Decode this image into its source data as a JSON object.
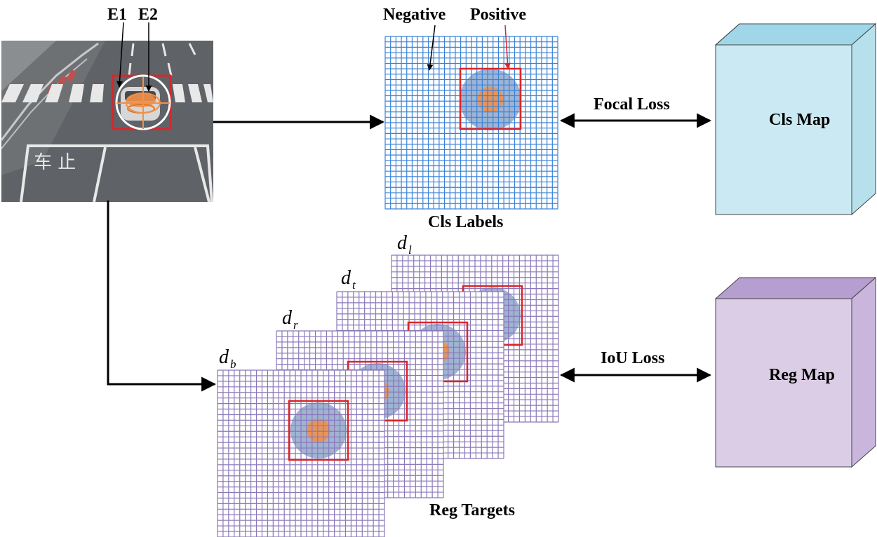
{
  "image_labels": {
    "e1": "E1",
    "e2": "E2"
  },
  "road_marking": "车 止",
  "cls_grid": {
    "negative_label": "Negative",
    "positive_label": "Positive",
    "caption": "Cls Labels"
  },
  "reg_grids": {
    "caption": "Reg Targets",
    "layers": [
      {
        "base": "d",
        "sub": "l"
      },
      {
        "base": "d",
        "sub": "t"
      },
      {
        "base": "d",
        "sub": "r"
      },
      {
        "base": "d",
        "sub": "b"
      }
    ]
  },
  "losses": {
    "focal": "Focal Loss",
    "iou": "IoU Loss"
  },
  "maps": {
    "cls": "Cls Map",
    "reg": "Reg Map"
  },
  "colors": {
    "cls_grid_line": "#3b82d6",
    "reg_grid_line": "#8a78b8",
    "box_red": "#d9262b",
    "heat_blue": "#7f9bc4",
    "heat_orange": "#f0904a",
    "cls_map_front": "#cbe9f2",
    "cls_map_top": "#9fd7e8",
    "cls_map_side": "#b5e0ec",
    "reg_map_front": "#dccde6",
    "reg_map_top": "#b69ed0",
    "reg_map_side": "#cab6dd"
  }
}
